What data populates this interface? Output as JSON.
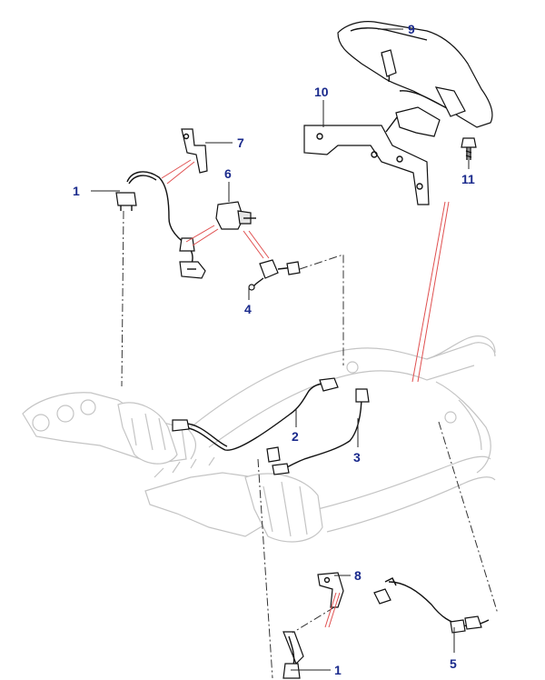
{
  "callouts": [
    {
      "id": "c1a",
      "label": "1"
    },
    {
      "id": "c1b",
      "label": "1"
    },
    {
      "id": "c2",
      "label": "2"
    },
    {
      "id": "c3",
      "label": "3"
    },
    {
      "id": "c4",
      "label": "4"
    },
    {
      "id": "c5",
      "label": "5"
    },
    {
      "id": "c6",
      "label": "6"
    },
    {
      "id": "c7",
      "label": "7"
    },
    {
      "id": "c8",
      "label": "8"
    },
    {
      "id": "c9",
      "label": "9"
    },
    {
      "id": "c10",
      "label": "10"
    },
    {
      "id": "c11",
      "label": "11"
    }
  ],
  "colors": {
    "callout_text": "#1a2a8c",
    "leader_line": "#222222",
    "assembly_ghost": "#c4c4c4",
    "reference_line": "#e05050"
  }
}
